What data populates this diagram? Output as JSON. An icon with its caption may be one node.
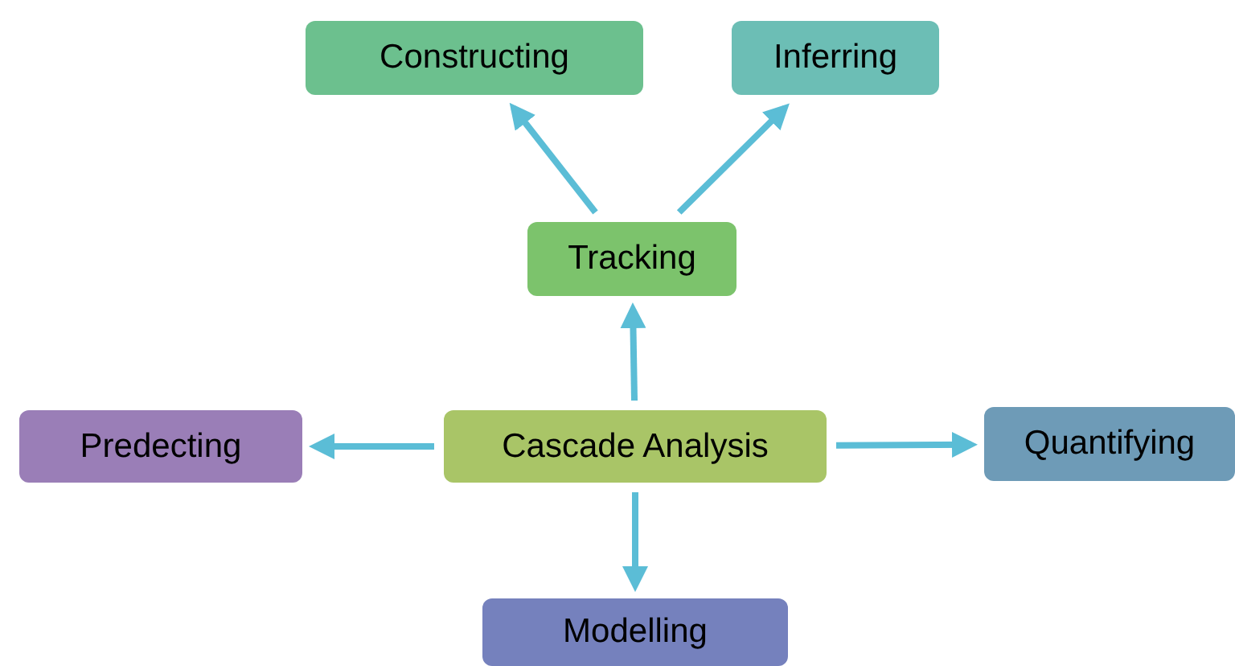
{
  "diagram": {
    "nodes": [
      {
        "text": [
          "Constructing"
        ]
      },
      {
        "text": [
          "Inferring"
        ]
      },
      {
        "text": [
          "Tracking"
        ]
      },
      {
        "text": [
          "Cascade Analysis"
        ]
      },
      {
        "text": [
          "Predecting"
        ]
      },
      {
        "text": [
          "Quantifying"
        ]
      },
      {
        "text": [
          "Modelling"
        ]
      }
    ],
    "edges": [
      {
        "from": 2,
        "to": 0,
        "arrow": "to"
      },
      {
        "from": 2,
        "to": 1,
        "arrow": "to"
      },
      {
        "from": 3,
        "to": 2,
        "arrow": "to"
      },
      {
        "from": 3,
        "to": 4,
        "arrow": "to"
      },
      {
        "from": 3,
        "to": 5,
        "arrow": "to"
      },
      {
        "from": 3,
        "to": 6,
        "arrow": "to"
      }
    ]
  }
}
